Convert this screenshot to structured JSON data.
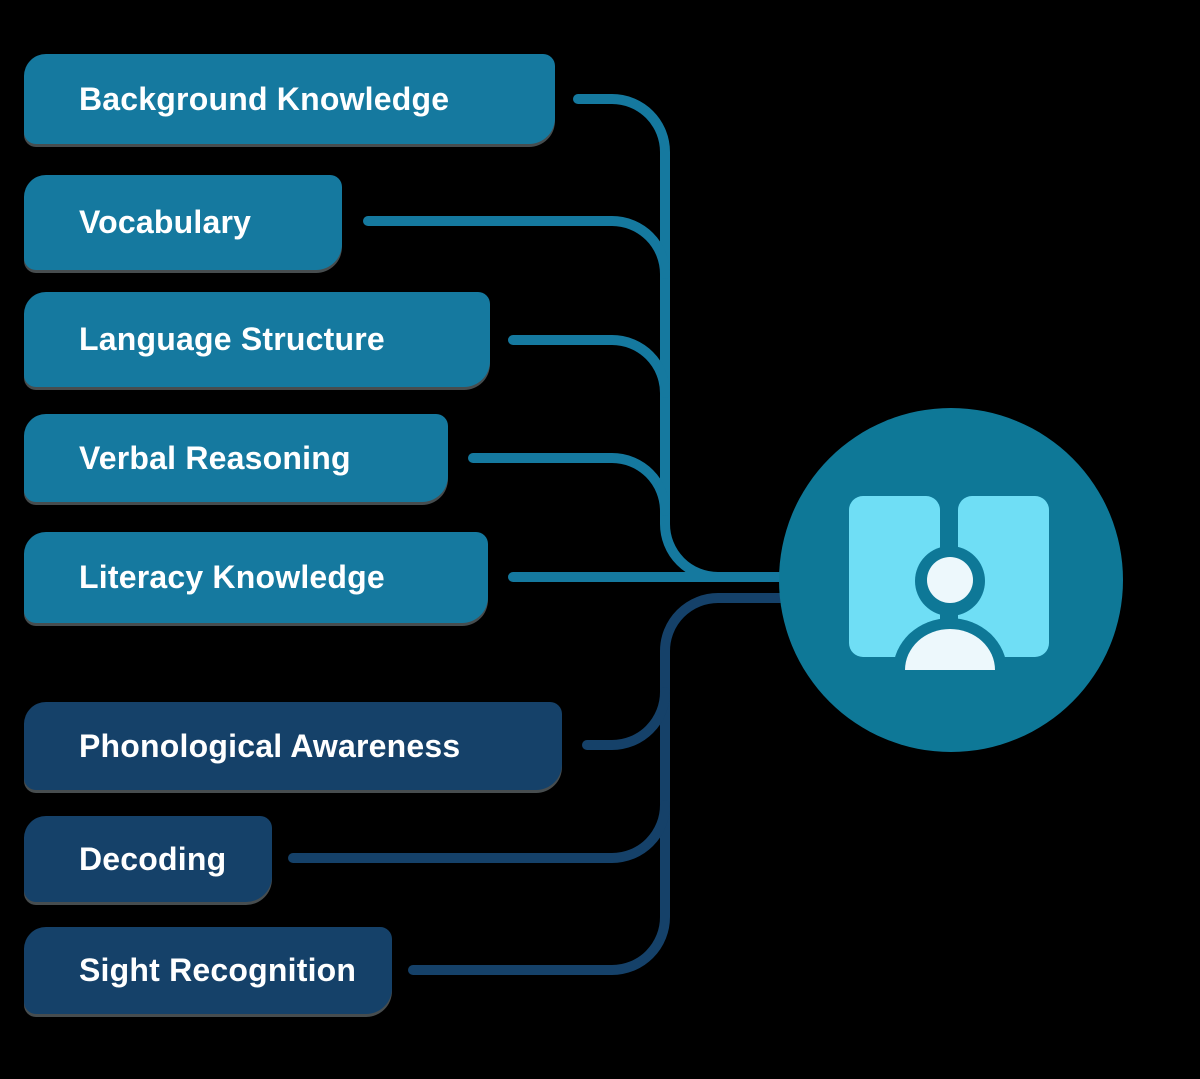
{
  "colors": {
    "background": "#000000",
    "teal": "#15799F",
    "navy": "#154169",
    "circle": "#0E7897",
    "book_pages": "#6FDEF5",
    "person": "#EDF8FC",
    "label_text": "#FFFFFF"
  },
  "upper_group": {
    "accent_color": "#15799F",
    "items": [
      {
        "label": "Background Knowledge"
      },
      {
        "label": "Vocabulary"
      },
      {
        "label": "Language Structure"
      },
      {
        "label": "Verbal Reasoning"
      },
      {
        "label": "Literacy Knowledge"
      }
    ]
  },
  "lower_group": {
    "accent_color": "#154169",
    "items": [
      {
        "label": "Phonological Awareness"
      },
      {
        "label": "Decoding"
      },
      {
        "label": "Sight Recognition"
      }
    ]
  },
  "icons": {
    "reader": "open-book-with-reader-icon"
  }
}
